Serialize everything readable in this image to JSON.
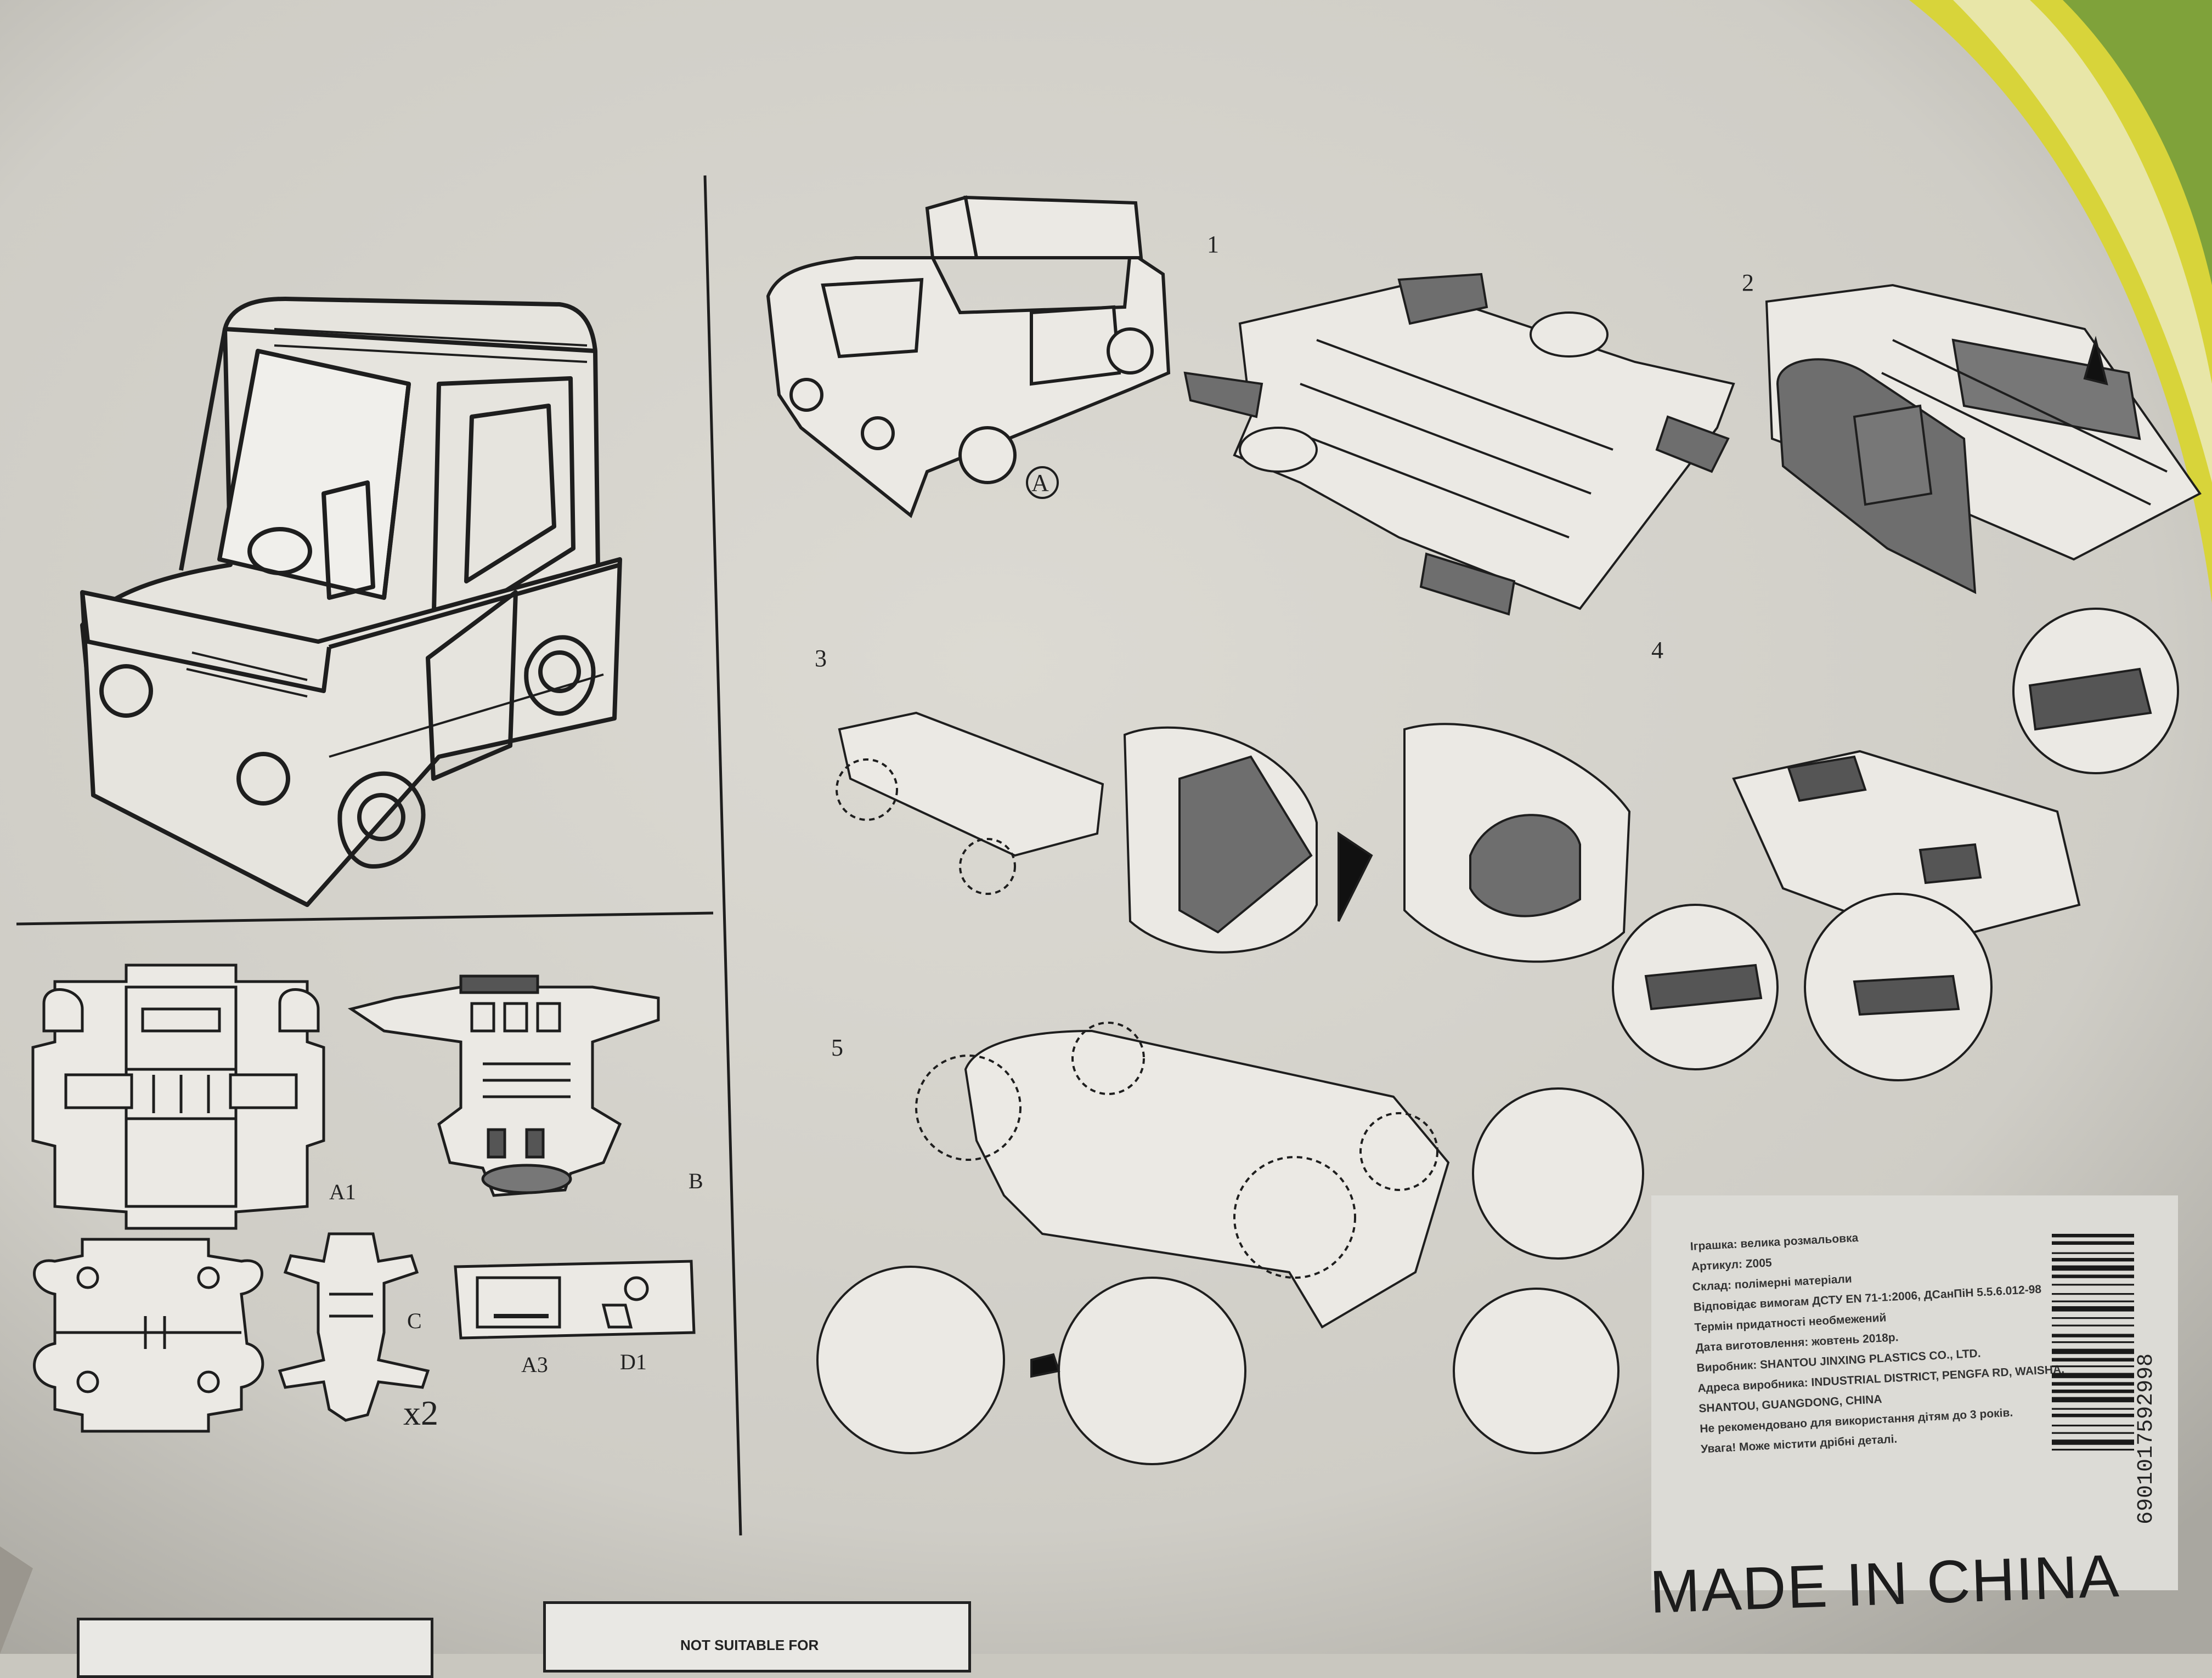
{
  "steps": [
    "1",
    "2",
    "3",
    "4",
    "5"
  ],
  "callout_a": "A",
  "parts": {
    "a1": "A1",
    "b": "B",
    "c": "C",
    "a3": "A3",
    "d1": "D1",
    "qty": "x2"
  },
  "label": {
    "lines": [
      "Іграшка: велика розмальовка",
      "Артикул: Z005",
      "Склад: полімерні матеріали",
      "Відповідає вимогам ДСТУ EN 71-1:2006, ДСанПіН 5.5.6.012-98",
      "Термін придатності необмежений",
      "Дата виготовлення: жовтень 2018р.",
      "Виробник: SHANTOU JINXING PLASTICS CO., LTD.",
      "Адреса виробника: INDUSTRIAL DISTRICT, PENGFA RD, WAISHA,",
      "SHANTOU, GUANGDONG, CHINA",
      "Не рекомендовано для використання дітям до 3 років.",
      "Увага! Може містити дрібні деталі."
    ],
    "barcode": "6901017592998",
    "cert_icon": "ukrainian-certification-mark-icon"
  },
  "made_in": "MADE IN CHINA",
  "warning": {
    "text": "NOT SUITABLE FOR",
    "icons": [
      "warning-triangle-icon",
      "no-small-children-icon"
    ]
  },
  "colors": {
    "background": "#c9c7bf",
    "line": "#1e1e1e",
    "fill_gray": "#6e6e6e",
    "accent_yellow": "#d8d43a",
    "accent_green": "#7fa23a"
  }
}
